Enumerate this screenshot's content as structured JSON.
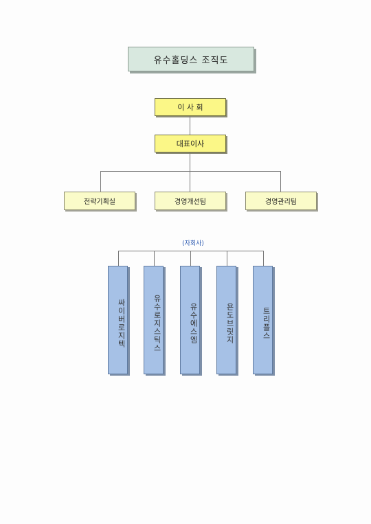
{
  "chart": {
    "title": "유수홀딩스 조직도",
    "board": "이 사 회",
    "ceo": "대표이사",
    "departments": [
      "전략기획실",
      "경영개선팀",
      "경영관리팀"
    ],
    "subsidiaries_label": "(자회사)",
    "subsidiaries": [
      "싸이버로지텍",
      "유수로지스틱스",
      "유수에스엠",
      "욘도브릿지",
      "트리플스"
    ]
  },
  "colors": {
    "title_bg": "#d8e8df",
    "exec_bg": "#fbf787",
    "dept_bg": "#fafbc9",
    "subsidiary_bg": "#a6c1e6",
    "subsidiary_label": "#2a58b0"
  }
}
